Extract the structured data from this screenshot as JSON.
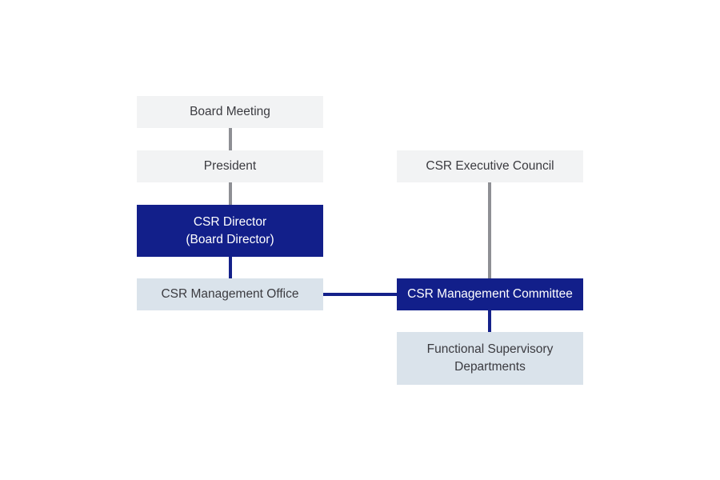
{
  "nodes": {
    "board_meeting": {
      "label": "Board Meeting"
    },
    "president": {
      "label": "President"
    },
    "csr_director": {
      "line1": "CSR Director",
      "line2": "(Board Director)"
    },
    "csr_management_office": {
      "label": "CSR Management Office"
    },
    "csr_executive_council": {
      "label": "CSR Executive Council"
    },
    "csr_management_committee": {
      "label": "CSR Management Committee"
    },
    "functional_supervisory_departments": {
      "line1": "Functional Supervisory",
      "line2": "Departments"
    }
  },
  "colors": {
    "dark_box": "#121f8a",
    "light_box": "#f2f3f4",
    "blue_light_box": "#dae3eb",
    "gray_connector": "#8e8f94",
    "navy_connector": "#14218a"
  }
}
